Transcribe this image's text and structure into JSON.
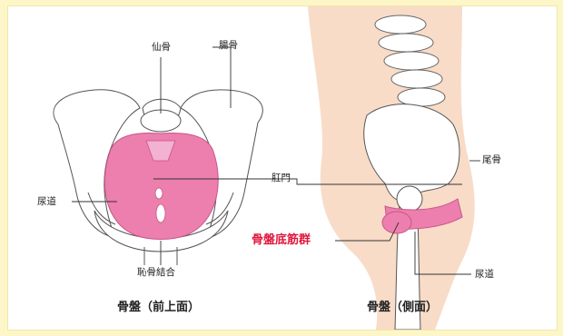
{
  "front_view": {
    "caption": "骨盤（前上面）",
    "labels": {
      "coccyx_top": "仙骨",
      "ilium": "腸骨",
      "urethra": "尿道",
      "pubic_symphysis": "恥骨結合"
    }
  },
  "side_view": {
    "caption": "骨盤（側面）",
    "labels": {
      "coccyx": "尾骨",
      "anus": "肛門",
      "urethra": "尿道"
    }
  },
  "center_label": "骨盤底筋群",
  "colors": {
    "muscle_pink": "#ec7fae",
    "skin": "#f8dcc8",
    "accent_red": "#e0163c"
  }
}
